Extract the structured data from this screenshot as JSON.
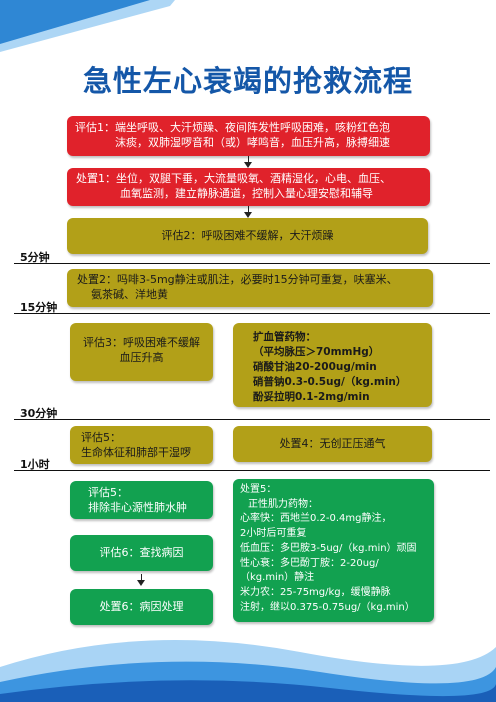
{
  "title": "急性左心衰竭的抢救流程",
  "time_marks": [
    "5分钟",
    "15分钟",
    "30分钟",
    "1小时"
  ],
  "steps": {
    "assess1": [
      "评估1：端坐呼吸、大汗烦躁、夜间阵发性呼吸困难，咳粉红色泡",
      "沫痰，双肺湿啰音和（或）哮鸣音，血压升高，脉搏细速"
    ],
    "treat1": [
      "处置1：坐位，双腿下垂，大流量吸氧、酒精湿化，心电、血压、",
      "血氧监测，建立静脉通道，控制入量心理安慰和辅导"
    ],
    "assess2": "评估2：呼吸困难不缓解，大汗烦躁",
    "treat2": [
      "处置2：吗啡3-5mg静注或肌注，必要时15分钟可重复，呋塞米、",
      "氨茶碱、洋地黄"
    ],
    "assess3": [
      "评估3：呼吸困难不缓解",
      "血压升高"
    ],
    "vasodilator": [
      "扩血管药物：",
      "（平均脉压＞70mmHg）",
      "硝酸甘油20-200ug/min",
      "硝普钠0.3-0.5ug/（kg.min）",
      "酚妥拉明0.1-2mg/min"
    ],
    "assess5a": [
      "评估5：",
      "生命体征和肺部干湿啰"
    ],
    "treat4": "处置4：无创正压通气",
    "assess5b": [
      "评估5：",
      "排除非心源性肺水肿"
    ],
    "assess6": "评估6：查找病因",
    "treat6": "处置6：病因处理",
    "treat5": [
      "处置5：",
      "正性肌力药物：",
      "心率快：西地兰0.2-0.4mg静注，",
      "2小时后可重复",
      "低血压：多巴胺3-5ug/（kg.min）顽固",
      "性心衰：多巴酚丁胺：2-20ug/",
      "（kg.min）静注",
      "米力农：25-75mg/kg，缓慢静脉",
      "注射，继以0.375-0.75ug/（kg.min）"
    ]
  },
  "colors": {
    "title": "#1457a8",
    "assessment_red": "#e0222b",
    "olive": "#b2a018",
    "green": "#12a150",
    "decor_blue": "#1a6fc4"
  }
}
